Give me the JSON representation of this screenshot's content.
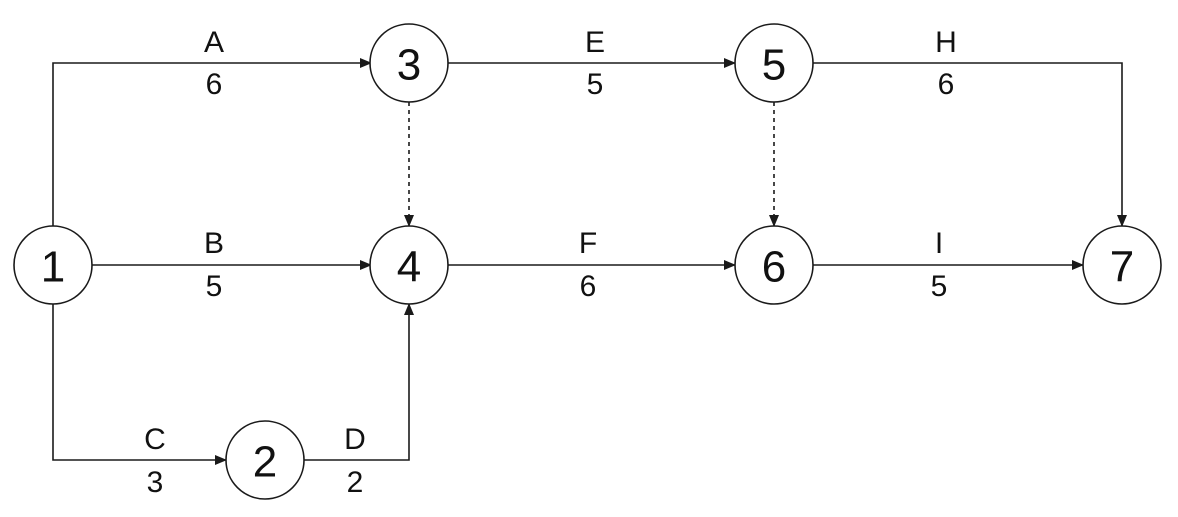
{
  "nodes": [
    {
      "id": "n1",
      "label": "1"
    },
    {
      "id": "n2",
      "label": "2"
    },
    {
      "id": "n3",
      "label": "3"
    },
    {
      "id": "n4",
      "label": "4"
    },
    {
      "id": "n5",
      "label": "5"
    },
    {
      "id": "n6",
      "label": "6"
    },
    {
      "id": "n7",
      "label": "7"
    }
  ],
  "activities": [
    {
      "from": "1",
      "to": "3",
      "name": "A",
      "duration": "6"
    },
    {
      "from": "1",
      "to": "4",
      "name": "B",
      "duration": "5"
    },
    {
      "from": "1",
      "to": "2",
      "name": "C",
      "duration": "3"
    },
    {
      "from": "2",
      "to": "4",
      "name": "D",
      "duration": "2"
    },
    {
      "from": "3",
      "to": "5",
      "name": "E",
      "duration": "5"
    },
    {
      "from": "4",
      "to": "6",
      "name": "F",
      "duration": "6"
    },
    {
      "from": "5",
      "to": "7",
      "name": "H",
      "duration": "6"
    },
    {
      "from": "6",
      "to": "7",
      "name": "I",
      "duration": "5"
    }
  ],
  "dummies": [
    {
      "from": "3",
      "to": "4"
    },
    {
      "from": "5",
      "to": "6"
    }
  ]
}
